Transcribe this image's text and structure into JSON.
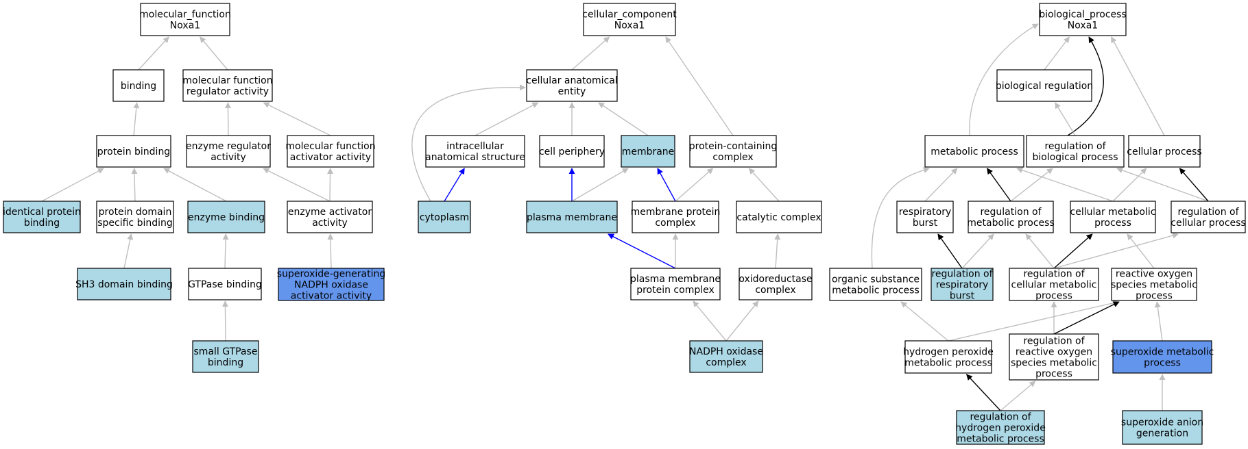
{
  "colors": {
    "default_fill": "#ffffff",
    "light_fill": "#add8e6",
    "strong_fill": "#6495ed",
    "gray_edge": "#bfbfbf",
    "blue_edge": "#0000ff",
    "black_edge": "#000000"
  },
  "nodes": [
    {
      "id": "mf",
      "lines": [
        "molecular_function",
        "Noxa1"
      ],
      "fill": "default"
    },
    {
      "id": "binding",
      "lines": [
        "binding"
      ],
      "fill": "default"
    },
    {
      "id": "mfreg",
      "lines": [
        "molecular function",
        "regulator activity"
      ],
      "fill": "default"
    },
    {
      "id": "pbind",
      "lines": [
        "protein binding"
      ],
      "fill": "default"
    },
    {
      "id": "enzreg",
      "lines": [
        "enzyme regulator",
        "activity"
      ],
      "fill": "default"
    },
    {
      "id": "mfact",
      "lines": [
        "molecular function",
        "activator activity"
      ],
      "fill": "default"
    },
    {
      "id": "identical",
      "lines": [
        "identical protein",
        "binding"
      ],
      "fill": "light"
    },
    {
      "id": "pdomain",
      "lines": [
        "protein domain",
        "specific binding"
      ],
      "fill": "default"
    },
    {
      "id": "enzbind",
      "lines": [
        "enzyme binding"
      ],
      "fill": "light"
    },
    {
      "id": "enzact",
      "lines": [
        "enzyme activator",
        "activity"
      ],
      "fill": "default"
    },
    {
      "id": "sh3",
      "lines": [
        "SH3 domain binding"
      ],
      "fill": "light"
    },
    {
      "id": "gtpase",
      "lines": [
        "GTPase binding"
      ],
      "fill": "default"
    },
    {
      "id": "superox_act",
      "lines": [
        "superoxide-generating",
        "NADPH oxidase",
        "activator activity"
      ],
      "fill": "strong"
    },
    {
      "id": "smallgtp",
      "lines": [
        "small GTPase",
        "binding"
      ],
      "fill": "light"
    },
    {
      "id": "cc",
      "lines": [
        "cellular_component",
        "Noxa1"
      ],
      "fill": "default"
    },
    {
      "id": "cae",
      "lines": [
        "cellular anatomical",
        "entity"
      ],
      "fill": "default"
    },
    {
      "id": "ias",
      "lines": [
        "intracellular",
        "anatomical structure"
      ],
      "fill": "default"
    },
    {
      "id": "cellper",
      "lines": [
        "cell periphery"
      ],
      "fill": "default"
    },
    {
      "id": "membrane",
      "lines": [
        "membrane"
      ],
      "fill": "light"
    },
    {
      "id": "pcc",
      "lines": [
        "protein-containing",
        "complex"
      ],
      "fill": "default"
    },
    {
      "id": "cytoplasm",
      "lines": [
        "cytoplasm"
      ],
      "fill": "light"
    },
    {
      "id": "plasmamem",
      "lines": [
        "plasma membrane"
      ],
      "fill": "light"
    },
    {
      "id": "mpc",
      "lines": [
        "membrane protein",
        "complex"
      ],
      "fill": "default"
    },
    {
      "id": "catcomp",
      "lines": [
        "catalytic complex"
      ],
      "fill": "default"
    },
    {
      "id": "pmpc",
      "lines": [
        "plasma membrane",
        "protein complex"
      ],
      "fill": "default"
    },
    {
      "id": "oxcomp",
      "lines": [
        "oxidoreductase",
        "complex"
      ],
      "fill": "default"
    },
    {
      "id": "nadph",
      "lines": [
        "NADPH oxidase",
        "complex"
      ],
      "fill": "light"
    },
    {
      "id": "bp",
      "lines": [
        "biological_process",
        "Noxa1"
      ],
      "fill": "default"
    },
    {
      "id": "bioreg",
      "lines": [
        "biological regulation"
      ],
      "fill": "default"
    },
    {
      "id": "metproc",
      "lines": [
        "metabolic process"
      ],
      "fill": "default"
    },
    {
      "id": "regbp",
      "lines": [
        "regulation of",
        "biological process"
      ],
      "fill": "default"
    },
    {
      "id": "cellproc",
      "lines": [
        "cellular process"
      ],
      "fill": "default"
    },
    {
      "id": "respburst",
      "lines": [
        "respiratory",
        "burst"
      ],
      "fill": "default"
    },
    {
      "id": "regmet",
      "lines": [
        "regulation of",
        "metabolic process"
      ],
      "fill": "default"
    },
    {
      "id": "cellmet",
      "lines": [
        "cellular metabolic",
        "process"
      ],
      "fill": "default"
    },
    {
      "id": "regcell",
      "lines": [
        "regulation of",
        "cellular process"
      ],
      "fill": "default"
    },
    {
      "id": "orgsub",
      "lines": [
        "organic substance",
        "metabolic process"
      ],
      "fill": "default"
    },
    {
      "id": "regresp",
      "lines": [
        "regulation of",
        "respiratory",
        "burst"
      ],
      "fill": "light"
    },
    {
      "id": "regcellmet",
      "lines": [
        "regulation of",
        "cellular metabolic",
        "process"
      ],
      "fill": "default"
    },
    {
      "id": "ros",
      "lines": [
        "reactive oxygen",
        "species metabolic",
        "process"
      ],
      "fill": "default"
    },
    {
      "id": "h2o2",
      "lines": [
        "hydrogen peroxide",
        "metabolic process"
      ],
      "fill": "default"
    },
    {
      "id": "regros",
      "lines": [
        "regulation of",
        "reactive oxygen",
        "species metabolic",
        "process"
      ],
      "fill": "default"
    },
    {
      "id": "superox_met",
      "lines": [
        "superoxide metabolic",
        "process"
      ],
      "fill": "strong"
    },
    {
      "id": "regh2o2",
      "lines": [
        "regulation of",
        "hydrogen peroxide",
        "metabolic process"
      ],
      "fill": "light"
    },
    {
      "id": "superox_gen",
      "lines": [
        "superoxide anion",
        "generation"
      ],
      "fill": "light"
    }
  ],
  "edges": [
    {
      "from": "binding",
      "to": "mf",
      "color": "gray"
    },
    {
      "from": "mfreg",
      "to": "mf",
      "color": "gray"
    },
    {
      "from": "pbind",
      "to": "binding",
      "color": "gray"
    },
    {
      "from": "enzreg",
      "to": "mfreg",
      "color": "gray"
    },
    {
      "from": "mfact",
      "to": "mfreg",
      "color": "gray"
    },
    {
      "from": "identical",
      "to": "pbind",
      "color": "gray"
    },
    {
      "from": "pdomain",
      "to": "pbind",
      "color": "gray"
    },
    {
      "from": "enzbind",
      "to": "pbind",
      "color": "gray"
    },
    {
      "from": "enzact",
      "to": "enzreg",
      "color": "gray"
    },
    {
      "from": "enzact",
      "to": "mfact",
      "color": "gray"
    },
    {
      "from": "sh3",
      "to": "pdomain",
      "color": "gray"
    },
    {
      "from": "gtpase",
      "to": "enzbind",
      "color": "gray"
    },
    {
      "from": "superox_act",
      "to": "enzact",
      "color": "gray"
    },
    {
      "from": "smallgtp",
      "to": "gtpase",
      "color": "gray"
    },
    {
      "from": "cae",
      "to": "cc",
      "color": "gray"
    },
    {
      "from": "pcc",
      "to": "cc",
      "color": "gray"
    },
    {
      "from": "ias",
      "to": "cae",
      "color": "gray"
    },
    {
      "from": "cellper",
      "to": "cae",
      "color": "gray"
    },
    {
      "from": "membrane",
      "to": "cae",
      "color": "gray"
    },
    {
      "from": "cytoplasm",
      "to": "cae",
      "color": "gray",
      "curve": "left"
    },
    {
      "from": "cytoplasm",
      "to": "ias",
      "color": "blue"
    },
    {
      "from": "plasmamem",
      "to": "cellper",
      "color": "blue"
    },
    {
      "from": "plasmamem",
      "to": "membrane",
      "color": "gray"
    },
    {
      "from": "mpc",
      "to": "membrane",
      "color": "blue"
    },
    {
      "from": "mpc",
      "to": "pcc",
      "color": "gray"
    },
    {
      "from": "catcomp",
      "to": "pcc",
      "color": "gray"
    },
    {
      "from": "pmpc",
      "to": "plasmamem",
      "color": "blue"
    },
    {
      "from": "pmpc",
      "to": "mpc",
      "color": "gray"
    },
    {
      "from": "oxcomp",
      "to": "catcomp",
      "color": "gray"
    },
    {
      "from": "nadph",
      "to": "pmpc",
      "color": "gray"
    },
    {
      "from": "nadph",
      "to": "oxcomp",
      "color": "gray"
    },
    {
      "from": "bioreg",
      "to": "bp",
      "color": "gray"
    },
    {
      "from": "metproc",
      "to": "bp",
      "color": "gray",
      "curve": "left"
    },
    {
      "from": "cellproc",
      "to": "bp",
      "color": "gray"
    },
    {
      "from": "regbp",
      "to": "bp",
      "color": "black",
      "curve": "right"
    },
    {
      "from": "regbp",
      "to": "bioreg",
      "color": "gray"
    },
    {
      "from": "respburst",
      "to": "metproc",
      "color": "gray"
    },
    {
      "from": "regmet",
      "to": "metproc",
      "color": "black"
    },
    {
      "from": "regmet",
      "to": "regbp",
      "color": "gray"
    },
    {
      "from": "cellmet",
      "to": "metproc",
      "color": "gray"
    },
    {
      "from": "cellmet",
      "to": "cellproc",
      "color": "gray"
    },
    {
      "from": "regcell",
      "to": "regbp",
      "color": "gray"
    },
    {
      "from": "regcell",
      "to": "cellproc",
      "color": "black"
    },
    {
      "from": "orgsub",
      "to": "metproc",
      "color": "gray",
      "curve": "left"
    },
    {
      "from": "regresp",
      "to": "respburst",
      "color": "black"
    },
    {
      "from": "regresp",
      "to": "regmet",
      "color": "gray"
    },
    {
      "from": "regcellmet",
      "to": "regmet",
      "color": "gray"
    },
    {
      "from": "regcellmet",
      "to": "cellmet",
      "color": "black"
    },
    {
      "from": "regcellmet",
      "to": "regcell",
      "color": "gray"
    },
    {
      "from": "ros",
      "to": "cellmet",
      "color": "gray"
    },
    {
      "from": "h2o2",
      "to": "orgsub",
      "color": "gray"
    },
    {
      "from": "h2o2",
      "to": "ros",
      "color": "gray"
    },
    {
      "from": "regros",
      "to": "regcellmet",
      "color": "gray"
    },
    {
      "from": "regros",
      "to": "ros",
      "color": "black"
    },
    {
      "from": "superox_met",
      "to": "ros",
      "color": "gray"
    },
    {
      "from": "regh2o2",
      "to": "h2o2",
      "color": "black"
    },
    {
      "from": "regh2o2",
      "to": "regros",
      "color": "gray"
    },
    {
      "from": "superox_gen",
      "to": "superox_met",
      "color": "gray"
    }
  ]
}
